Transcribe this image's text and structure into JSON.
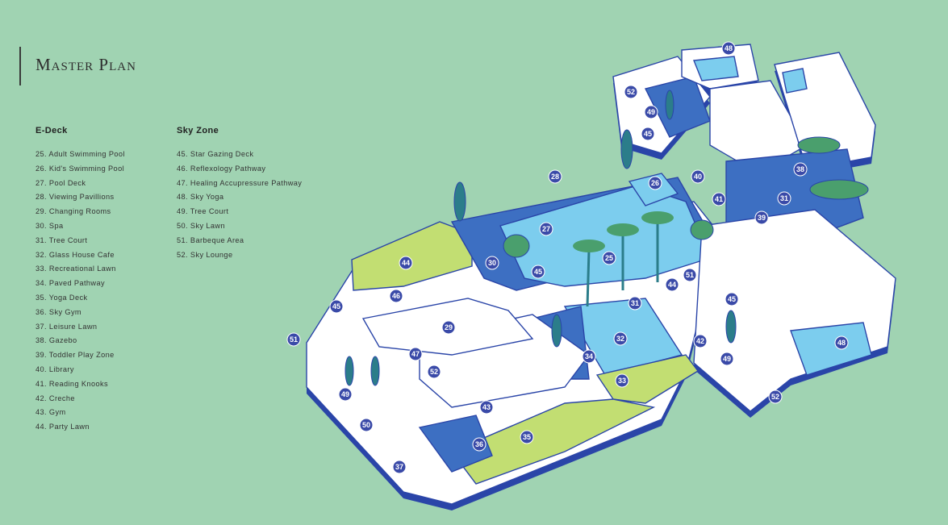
{
  "header": {
    "title": "Master Plan"
  },
  "legend": {
    "edeck": {
      "heading": "E-Deck",
      "items": [
        "25. Adult Swimming Pool",
        "26. Kid's Swimming Pool",
        "27. Pool Deck",
        "28. Viewing Pavillions",
        "29. Changing Rooms",
        "30. Spa",
        "31. Tree Court",
        "32. Glass House Cafe",
        "33. Recreational Lawn",
        "34. Paved Pathway",
        "35. Yoga Deck",
        "36. Sky Gym",
        "37. Leisure Lawn",
        "38. Gazebo",
        "39. Toddler Play Zone",
        "40. Library",
        "41. Reading Knooks",
        "42. Creche",
        "43. Gym",
        "44. Party Lawn"
      ]
    },
    "skyzone": {
      "heading": "Sky Zone",
      "items": [
        "45. Star Gazing Deck",
        "46. Reflexology Pathway",
        "47. Healing Accupressure Pathway",
        "48. Sky Yoga",
        "49. Tree Court",
        "50. Sky Lawn",
        "51. Barbeque Area",
        "52. Sky Lounge"
      ]
    }
  },
  "map": {
    "markers": [
      "48",
      "52",
      "49",
      "45",
      "40",
      "38",
      "28",
      "26",
      "41",
      "31",
      "39",
      "27",
      "30",
      "44",
      "45",
      "25",
      "46",
      "51",
      "44",
      "31",
      "45",
      "51",
      "32",
      "29",
      "42",
      "48",
      "34",
      "47",
      "49",
      "52",
      "33",
      "49",
      "43",
      "52",
      "50",
      "36",
      "35",
      "37",
      "45"
    ]
  },
  "colors": {
    "background": "#a0d3b2",
    "deck_white": "#ffffff",
    "deck_outline": "#2a45a8",
    "pool_blue": "#7ccdee",
    "deck_blue": "#3d6fc2",
    "lawn_green": "#c2de72",
    "marker_fill": "#3a4aa8"
  }
}
